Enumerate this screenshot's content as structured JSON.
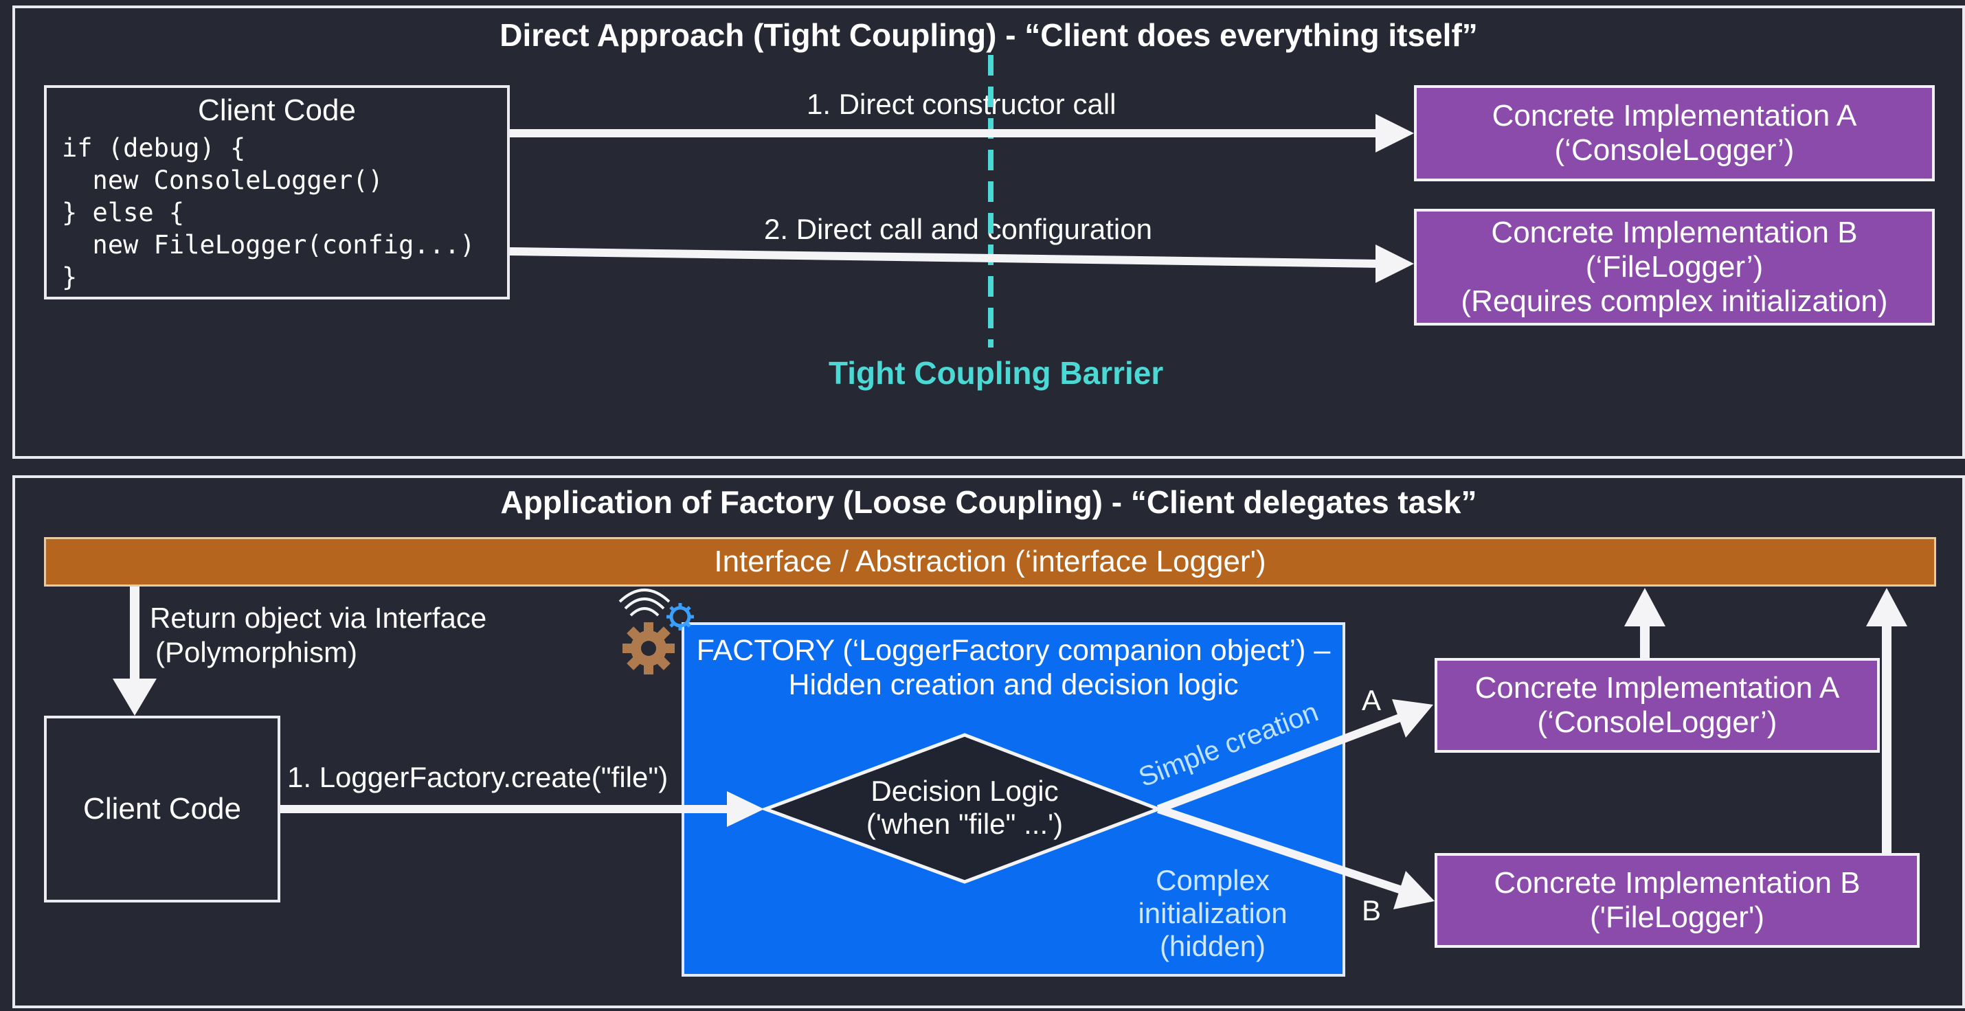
{
  "top_panel": {
    "title": "Direct Approach (Tight Coupling) - “Client does everything itself”",
    "client_box": {
      "title": "Client Code",
      "code": "if (debug) {\n  new ConsoleLogger()\n} else {\n  new FileLogger(config...)\n}"
    },
    "arrow1_label": "1. Direct constructor call",
    "arrow2_label": "2. Direct call and configuration",
    "impl_a": {
      "line1": "Concrete Implementation A",
      "line2": "(‘ConsoleLogger’)"
    },
    "impl_b": {
      "line1": "Concrete Implementation B",
      "line2": "(‘FileLogger’)",
      "line3": "(Requires complex initialization)"
    },
    "barrier_label": "Tight Coupling Barrier"
  },
  "bottom_panel": {
    "title": "Application of Factory (Loose Coupling) - “Client delegates task”",
    "interface_bar": "Interface / Abstraction (‘interface Logger')",
    "return_label_1": "Return object via Interface",
    "return_label_2": "(Polymorphism)",
    "client_label": "Client Code",
    "call_label": "1. LoggerFactory.create(\"file\")",
    "factory_title_1": "FACTORY (‘LoggerFactory companion object’) –",
    "factory_title_2": "Hidden creation and decision logic",
    "decision_1": "Decision Logic",
    "decision_2": "('when \"file\" ...')",
    "simple_creation": "Simple creation",
    "complex_1": "Complex",
    "complex_2": "initialization",
    "complex_3": "(hidden)",
    "branch_a": "A",
    "branch_b": "B",
    "impl_a": {
      "line1": "Concrete Implementation A",
      "line2": "(‘ConsoleLogger’)"
    },
    "impl_b": {
      "line1": "Concrete Implementation B",
      "line2": "('FileLogger')"
    }
  },
  "icons": [
    "gear-icon",
    "wifi-icon",
    "small-gear-icon"
  ],
  "colors": {
    "background": "#262833",
    "purple": "#8a4bab",
    "orange": "#b5651d",
    "factory_blue": "#0a6cf0",
    "teal": "#4ad9d4"
  }
}
